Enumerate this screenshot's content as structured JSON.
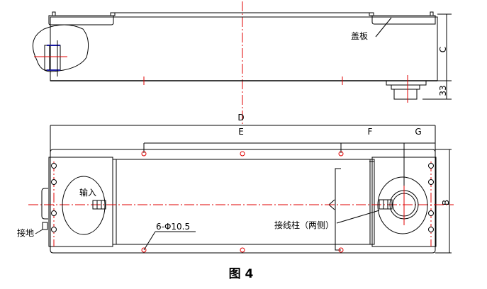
{
  "top_view": {
    "cover_label": "盖板",
    "dim_c": "C",
    "dim_33": "33"
  },
  "bottom_view": {
    "dim_d": "D",
    "dim_e": "E",
    "dim_f": "F",
    "dim_g": "G",
    "dim_b": "B",
    "input_label": "输入",
    "ground_label": "接地",
    "holes_label": "6-Φ10.5",
    "terminal_label": "接线柱（两侧）"
  },
  "caption": "图 4",
  "colors": {
    "line": "#000000",
    "centerline": "#e00000",
    "accent": "#1a1aa0"
  }
}
